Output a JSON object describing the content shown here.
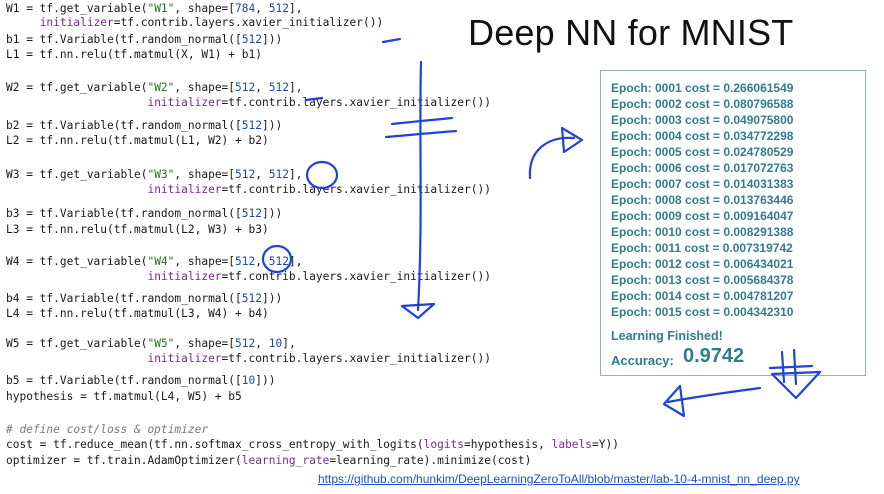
{
  "slide": {
    "title": "Deep NN for MNIST",
    "link": "https://github.com/hunkim/DeepLearningZeroToAll/blob/master/lab-10-4-mnist_nn_deep.py"
  },
  "code": [
    {
      "id": "l1",
      "parts": [
        {
          "t": "W1 = tf.get_variable("
        },
        {
          "t": "\"W1\"",
          "c": "str"
        },
        {
          "t": ", shape=["
        },
        {
          "t": "784",
          "c": "num"
        },
        {
          "t": ", "
        },
        {
          "t": "512",
          "c": "num"
        },
        {
          "t": "],"
        }
      ]
    },
    {
      "id": "l2",
      "parts": [
        {
          "t": "     "
        },
        {
          "t": "initializer",
          "c": "kw"
        },
        {
          "t": "=tf.contrib.layers.xavier_initializer())"
        }
      ]
    },
    {
      "id": "l3",
      "parts": [
        {
          "t": "b1 = tf.Variable(tf.random_normal(["
        },
        {
          "t": "512",
          "c": "num"
        },
        {
          "t": "]))"
        }
      ]
    },
    {
      "id": "l4",
      "parts": [
        {
          "t": "L1 = tf.nn.relu(tf.matmul(X, W1) + b1)"
        }
      ]
    },
    {
      "id": "l5",
      "parts": [
        {
          "t": "W2 = tf.get_variable("
        },
        {
          "t": "\"W2\"",
          "c": "str"
        },
        {
          "t": ", shape=["
        },
        {
          "t": "512",
          "c": "num"
        },
        {
          "t": ", "
        },
        {
          "t": "512",
          "c": "num"
        },
        {
          "t": "],"
        }
      ]
    },
    {
      "id": "l6",
      "parts": [
        {
          "t": "                     "
        },
        {
          "t": "initializer",
          "c": "kw"
        },
        {
          "t": "=tf.contrib.layers.xavier_initializer())"
        }
      ]
    },
    {
      "id": "l7",
      "parts": [
        {
          "t": "b2 = tf.Variable(tf.random_normal(["
        },
        {
          "t": "512",
          "c": "num"
        },
        {
          "t": "]))"
        }
      ]
    },
    {
      "id": "l8",
      "parts": [
        {
          "t": "L2 = tf.nn.relu(tf.matmul(L1, W2) + b2)"
        }
      ]
    },
    {
      "id": "l9",
      "parts": [
        {
          "t": "W3 = tf.get_variable("
        },
        {
          "t": "\"W3\"",
          "c": "str"
        },
        {
          "t": ", shape=["
        },
        {
          "t": "512",
          "c": "num"
        },
        {
          "t": ", "
        },
        {
          "t": "512",
          "c": "num"
        },
        {
          "t": "],"
        }
      ]
    },
    {
      "id": "l10",
      "parts": [
        {
          "t": "                     "
        },
        {
          "t": "initializer",
          "c": "kw"
        },
        {
          "t": "=tf.contrib.layers.xavier_initializer())"
        }
      ]
    },
    {
      "id": "l11",
      "parts": [
        {
          "t": "b3 = tf.Variable(tf.random_normal(["
        },
        {
          "t": "512",
          "c": "num"
        },
        {
          "t": "]))"
        }
      ]
    },
    {
      "id": "l12",
      "parts": [
        {
          "t": "L3 = tf.nn.relu(tf.matmul(L2, W3) + b3)"
        }
      ]
    },
    {
      "id": "l13",
      "parts": [
        {
          "t": "W4 = tf.get_variable("
        },
        {
          "t": "\"W4\"",
          "c": "str"
        },
        {
          "t": ", shape=["
        },
        {
          "t": "512",
          "c": "num"
        },
        {
          "t": ", "
        },
        {
          "t": "512",
          "c": "num"
        },
        {
          "t": "],"
        }
      ]
    },
    {
      "id": "l14",
      "parts": [
        {
          "t": "                     "
        },
        {
          "t": "initializer",
          "c": "kw"
        },
        {
          "t": "=tf.contrib.layers.xavier_initializer())"
        }
      ]
    },
    {
      "id": "l15",
      "parts": [
        {
          "t": "b4 = tf.Variable(tf.random_normal(["
        },
        {
          "t": "512",
          "c": "num"
        },
        {
          "t": "]))"
        }
      ]
    },
    {
      "id": "l16",
      "parts": [
        {
          "t": "L4 = tf.nn.relu(tf.matmul(L3, W4) + b4)"
        }
      ]
    },
    {
      "id": "l17",
      "parts": [
        {
          "t": "W5 = tf.get_variable("
        },
        {
          "t": "\"W5\"",
          "c": "str"
        },
        {
          "t": ", shape=["
        },
        {
          "t": "512",
          "c": "num"
        },
        {
          "t": ", "
        },
        {
          "t": "10",
          "c": "num"
        },
        {
          "t": "],"
        }
      ]
    },
    {
      "id": "l18",
      "parts": [
        {
          "t": "                     "
        },
        {
          "t": "initializer",
          "c": "kw"
        },
        {
          "t": "=tf.contrib.layers.xavier_initializer())"
        }
      ]
    },
    {
      "id": "l19",
      "parts": [
        {
          "t": "b5 = tf.Variable(tf.random_normal(["
        },
        {
          "t": "10",
          "c": "num"
        },
        {
          "t": "]))"
        }
      ]
    },
    {
      "id": "l20",
      "parts": [
        {
          "t": "hypothesis = tf.matmul(L4, W5) + b5"
        }
      ]
    },
    {
      "id": "l21",
      "parts": [
        {
          "t": "# define cost/loss & optimizer",
          "c": "cmt"
        }
      ]
    },
    {
      "id": "l22",
      "parts": [
        {
          "t": "cost = tf.reduce_mean(tf.nn.softmax_cross_entropy_with_logits("
        },
        {
          "t": "logits",
          "c": "kw"
        },
        {
          "t": "=hypothesis, "
        },
        {
          "t": "labels",
          "c": "kw"
        },
        {
          "t": "=Y))"
        }
      ]
    },
    {
      "id": "l23",
      "parts": [
        {
          "t": "optimizer = tf.train.AdamOptimizer("
        },
        {
          "t": "learning_rate",
          "c": "kw"
        },
        {
          "t": "=learning_rate).minimize(cost)"
        }
      ]
    }
  ],
  "output": {
    "epochs": [
      "Epoch: 0001 cost = 0.266061549",
      "Epoch: 0002 cost = 0.080796588",
      "Epoch: 0003 cost = 0.049075800",
      "Epoch: 0004 cost = 0.034772298",
      "Epoch: 0005 cost = 0.024780529",
      "Epoch: 0006 cost = 0.017072763",
      "Epoch: 0007 cost = 0.014031383",
      "Epoch: 0008 cost = 0.013763446",
      "Epoch: 0009 cost = 0.009164047",
      "Epoch: 0010 cost = 0.008291388",
      "Epoch: 0011 cost = 0.007319742",
      "Epoch: 0012 cost = 0.006434021",
      "Epoch: 0013 cost = 0.005684378",
      "Epoch: 0014 cost = 0.004781207",
      "Epoch: 0015 cost = 0.004342310"
    ],
    "finished": "Learning Finished!",
    "accuracy_label": "Accuracy:",
    "accuracy_value": "0.9742"
  },
  "colors": {
    "output_text": "#2f7f88",
    "output_border": "#8fb0c9",
    "ink": "#1f43d8",
    "link": "#1f4fd1"
  }
}
